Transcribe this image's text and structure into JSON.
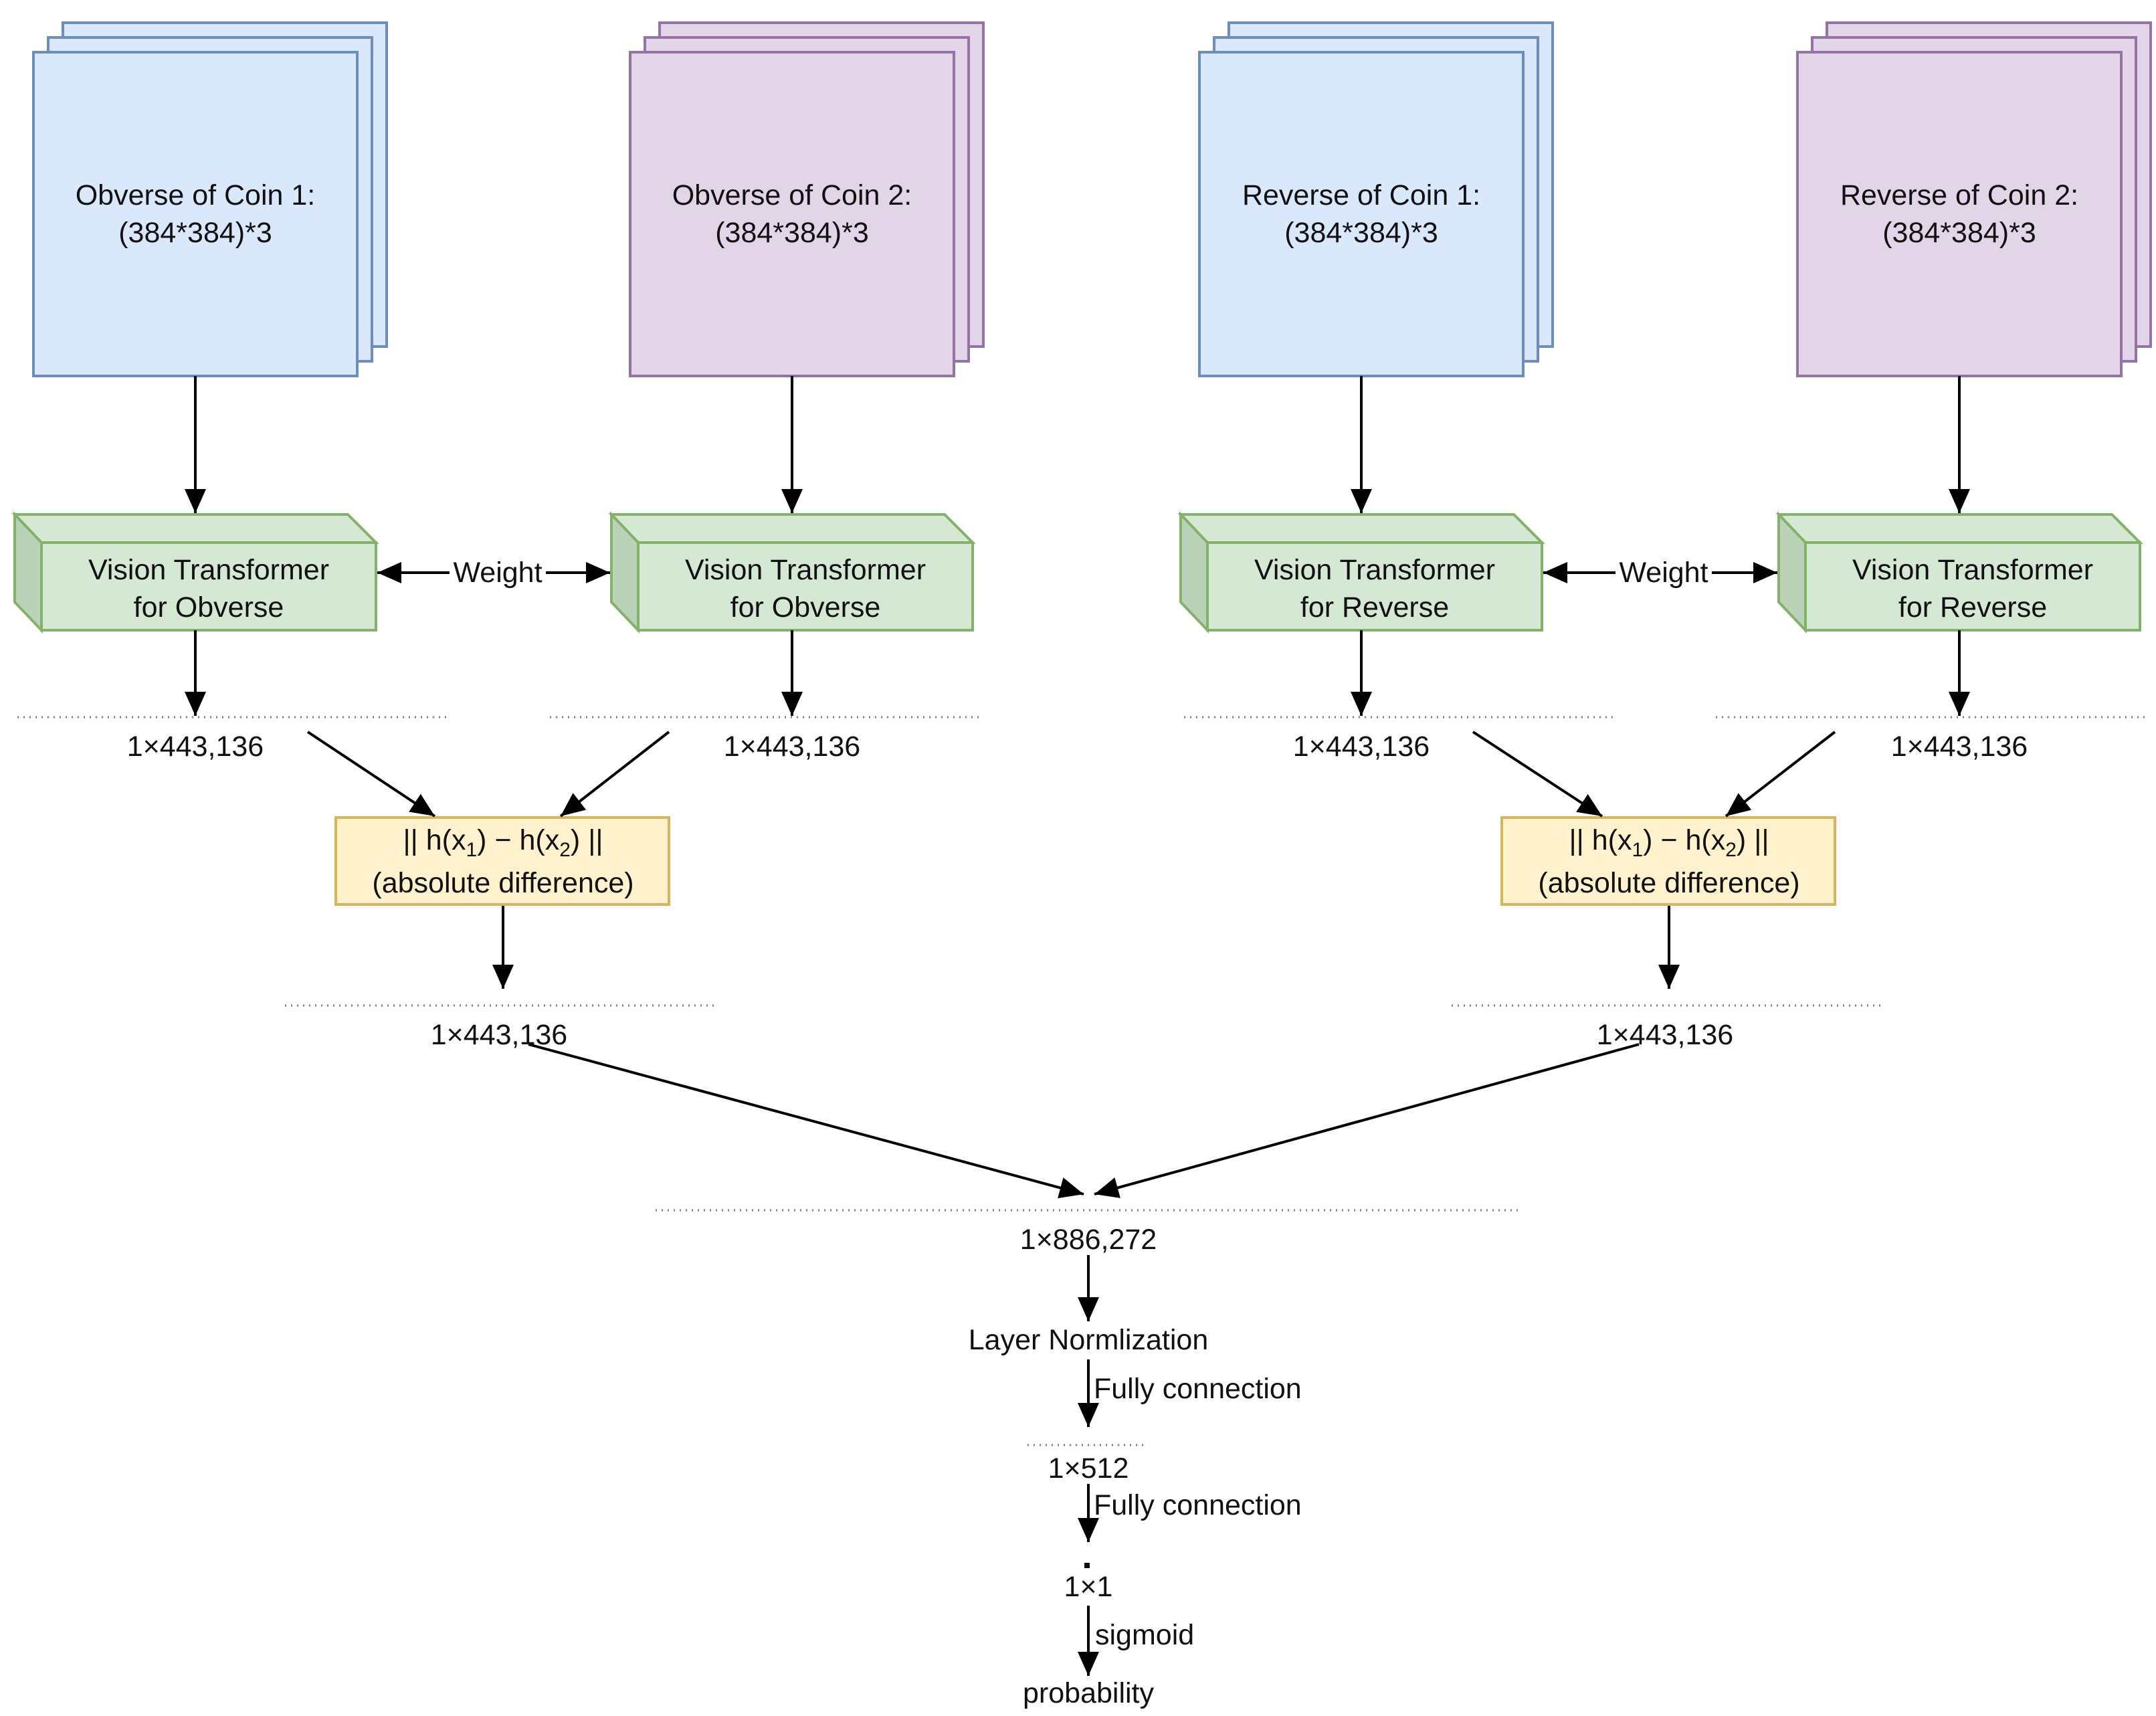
{
  "colors": {
    "blue_fill": "#dae8fc",
    "blue_stroke": "#6c8ebf",
    "purple_fill": "#e1d5e7",
    "purple_stroke": "#9673a6",
    "green_fill": "#d5e8d4",
    "green_side": "#b9d2b8",
    "green_stroke": "#82b366",
    "yellow_fill": "#fff2cc",
    "yellow_stroke": "#d6b656",
    "line": "#000000",
    "dotted": "#7a7a7a"
  },
  "inputs": [
    {
      "line1": "Obverse of Coin 1:",
      "line2": "(384*384)*3",
      "color": "blue"
    },
    {
      "line1": "Obverse of Coin 2:",
      "line2": "(384*384)*3",
      "color": "purple"
    },
    {
      "line1": "Reverse of Coin 1:",
      "line2": "(384*384)*3",
      "color": "blue"
    },
    {
      "line1": "Reverse of Coin 2:",
      "line2": "(384*384)*3",
      "color": "purple"
    }
  ],
  "encoders": [
    {
      "line1": "Vision Transformer",
      "line2": "for Obverse"
    },
    {
      "line1": "Vision Transformer",
      "line2": "for Obverse"
    },
    {
      "line1": "Vision Transformer",
      "line2": "for Reverse"
    },
    {
      "line1": "Vision Transformer",
      "line2": "for Reverse"
    }
  ],
  "weight_label": "Weight",
  "feature_dims": [
    "1×443,136",
    "1×443,136",
    "1×443,136",
    "1×443,136"
  ],
  "difference": {
    "formula_a": "|| h(x",
    "sub1": "1",
    "formula_b": ") − h(x",
    "sub2": "2",
    "formula_c": ") ||",
    "caption": "(absolute difference)"
  },
  "diff_dims": [
    "1×443,136",
    "1×443,136"
  ],
  "concat_dim": "1×886,272",
  "layer_norm": "Layer Normlization",
  "fc1_label": "Fully connection",
  "fc1_dim": "1×512",
  "fc2_label": "Fully connection",
  "fc2_dim": "1×1",
  "sigmoid_label": "sigmoid",
  "output_label": "probability"
}
